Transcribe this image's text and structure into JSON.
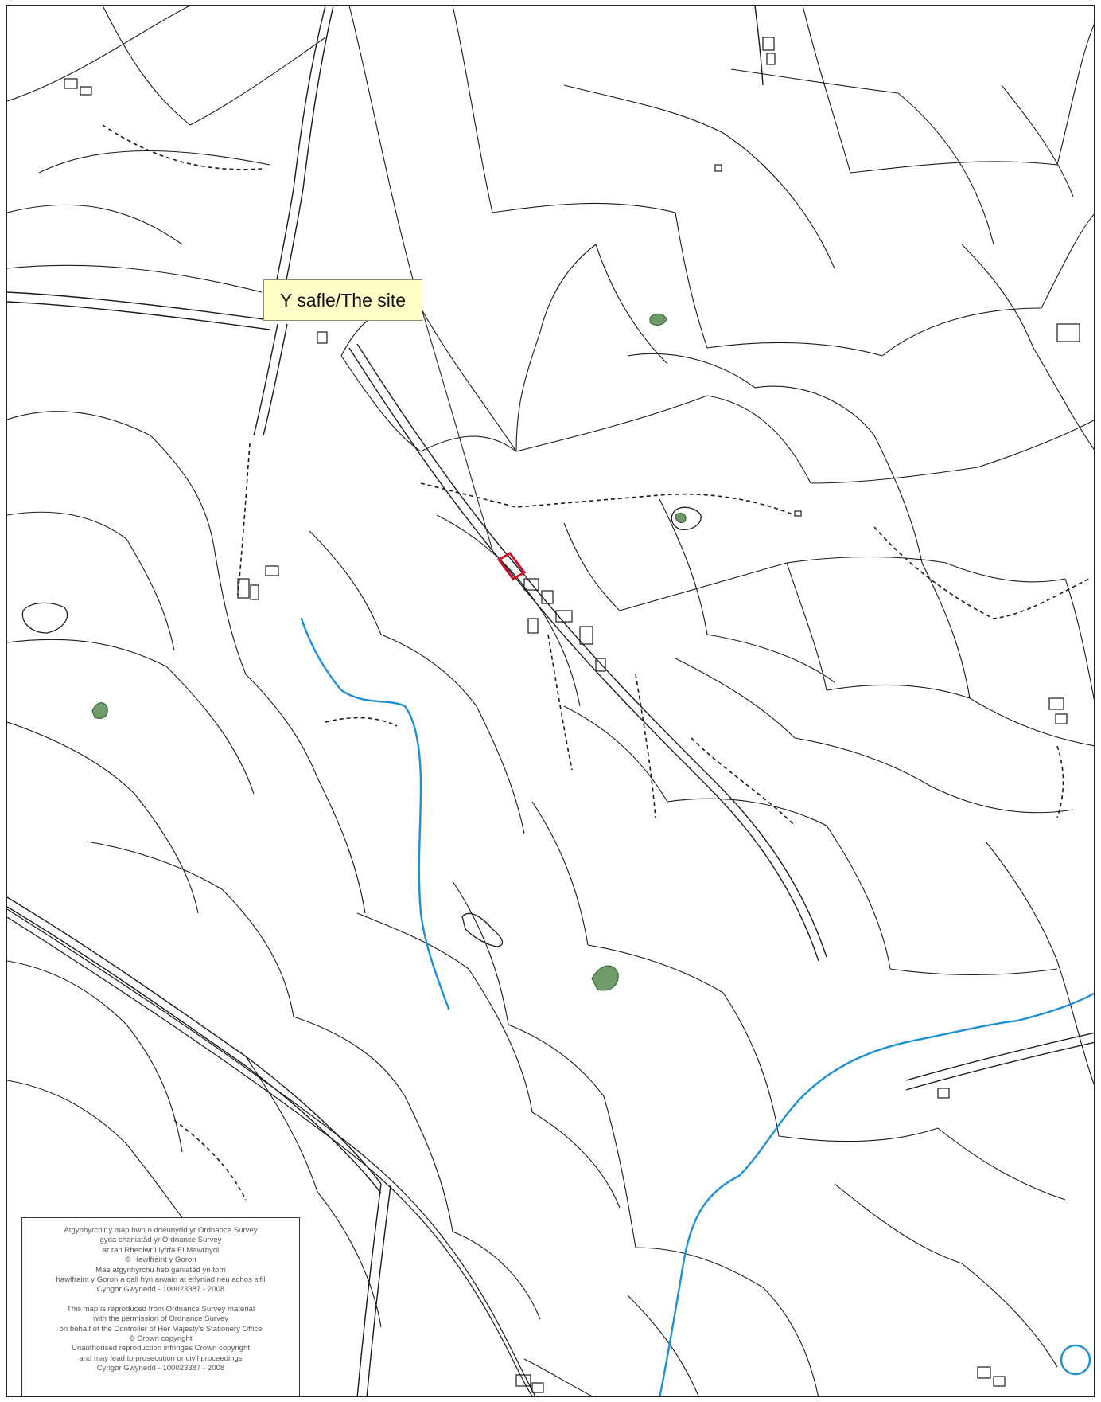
{
  "map": {
    "site_label": "Y safle/The site",
    "site_marker_color": "#d0112b",
    "leader_color": "#333333",
    "stream_color": "#1f8fd0",
    "woodland_color": "#6f9a6a",
    "label_background": "#ffffc8"
  },
  "copyright": {
    "welsh": [
      "Atgynhyrchir y map hwn o ddeunydd yr Ordnance Survey",
      "gyda chaniatâd yr Ordnance Survey",
      "ar ran Rheolwr Llyfrfa Ei Mawrhydi",
      "© Hawlfraint y Goron",
      "Mae atgynhyrchu heb ganiatâd yn torri",
      "hawlfraint y Goron a gall hyn arwain at erlyniad neu achos sifil",
      "Cyngor Gwynedd - 100023387 - 2008"
    ],
    "english": [
      "This map is reproduced from Ordnance Survey material",
      "with the permission of Ordnance Survey",
      "on behalf of the Controller of Her Majesty's Stationery Office",
      "© Crown copyright",
      "Unauthorised reproduction infringes Crown copyright",
      "and may lead to prosecution or civil proceedings",
      "Cyngor Gwynedd - 100023387 - 2008"
    ]
  }
}
